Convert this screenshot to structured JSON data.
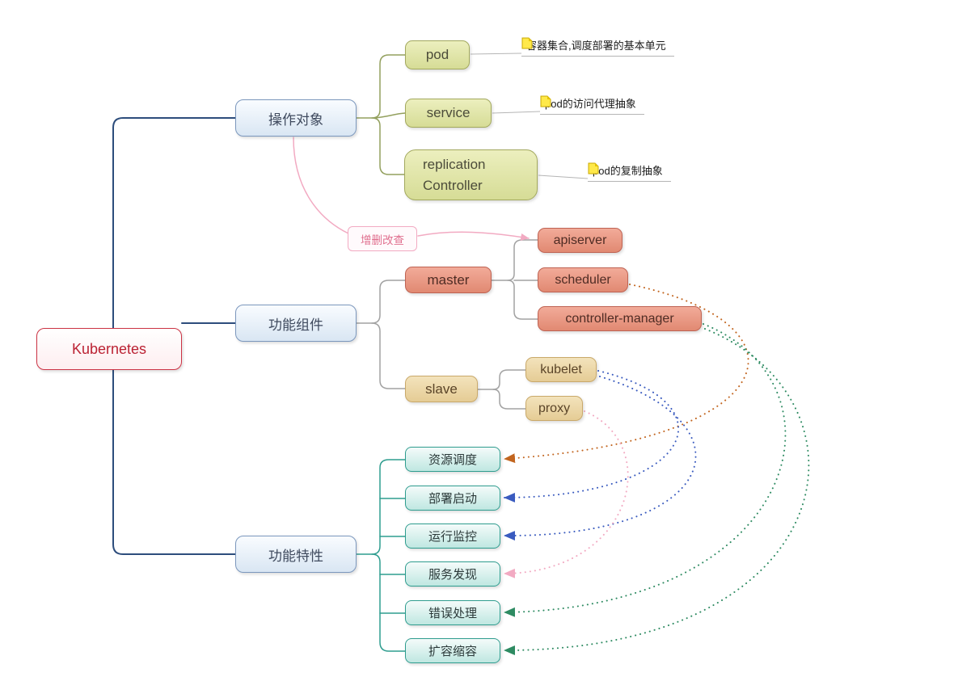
{
  "root": {
    "label": "Kubernetes"
  },
  "topics": {
    "objects": {
      "label": "操作对象"
    },
    "components": {
      "label": "功能组件"
    },
    "features": {
      "label": "功能特性"
    }
  },
  "objects": {
    "pod": {
      "label": "pod",
      "note": "容器集合,调度部署的基本单元"
    },
    "service": {
      "label": "service",
      "note": "pod的访问代理抽象"
    },
    "replication": {
      "label": "replication Controller",
      "note": "pod的复制抽象"
    }
  },
  "relation": {
    "label": "增删改查"
  },
  "components": {
    "master": {
      "label": "master",
      "children": {
        "apiserver": "apiserver",
        "scheduler": "scheduler",
        "controller_manager": "controller-manager"
      }
    },
    "slave": {
      "label": "slave",
      "children": {
        "kubelet": "kubelet",
        "proxy": "proxy"
      }
    }
  },
  "features": {
    "scheduling": "资源调度",
    "deployment": "部署启动",
    "monitoring": "运行监控",
    "discovery": "服务发现",
    "error_handling": "错误处理",
    "scaling": "扩容缩容"
  },
  "palette": {
    "root_red": "#cc3344",
    "topic_blue": "#7b97bd",
    "object_olive": "#a3a95e",
    "master_salmon": "#bf6353",
    "slave_tan": "#c9a96a",
    "feature_teal": "#2f9d8f",
    "relation_pink": "#f2aac2",
    "branch_navy": "#2d4d7c",
    "arrow_orange": "#c2651f",
    "arrow_blue": "#3a5bbf",
    "arrow_green": "#2e8b62",
    "note_yellow": "#ffe94a"
  }
}
